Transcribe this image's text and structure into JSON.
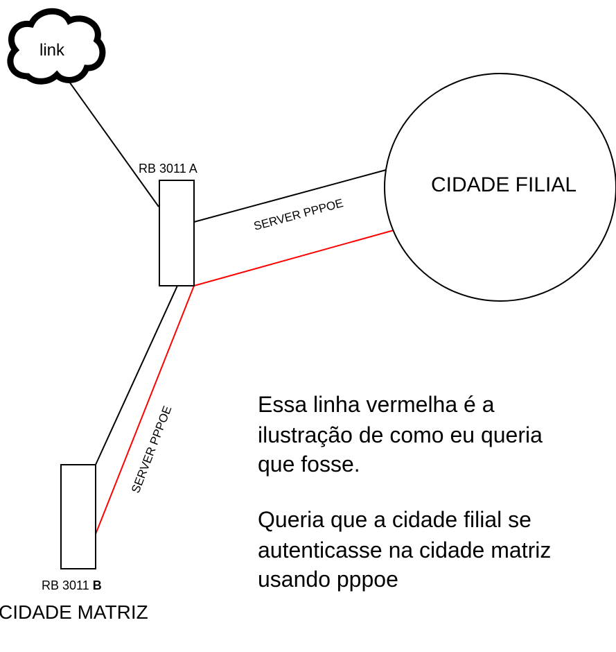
{
  "cloud": {
    "label": "link"
  },
  "router_a": {
    "label": "RB 3011 A"
  },
  "router_b": {
    "label_prefix": "RB 3011 ",
    "label_suffix": "B"
  },
  "branch": {
    "label": "CIDADE FILIAL"
  },
  "hq": {
    "label": "CIDADE MATRIZ"
  },
  "links": {
    "a_to_branch": "SERVER PPPOE",
    "a_to_b": "SERVER PPPOE"
  },
  "note": {
    "p1": [
      "Essa linha vermelha é a",
      "ilustração de como eu queria",
      "que fosse."
    ],
    "p2": [
      "Queria que a cidade filial se",
      "autenticasse na cidade matriz",
      "usando pppoe"
    ]
  },
  "colors": {
    "line": "#000000",
    "desired_link": "#ff0000"
  }
}
